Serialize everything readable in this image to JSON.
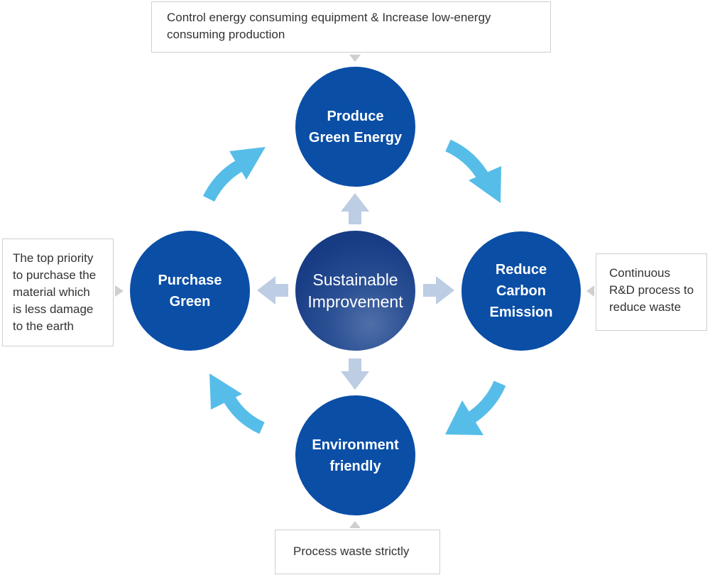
{
  "colors": {
    "node_fill": "#0a4ea6",
    "center_fill": "#1b3f85",
    "cycle_arrow": "#56bde8",
    "center_arrow": "#bccde4",
    "pointer": "#cfcfcf",
    "text_white": "#ffffff",
    "note_text": "#333333"
  },
  "center": {
    "label": "Sustainable\nImprovement"
  },
  "nodes": {
    "top": {
      "label": "Produce\nGreen Energy"
    },
    "right": {
      "label": "Reduce\nCarbon\nEmission"
    },
    "bottom": {
      "label": "Environment\nfriendly"
    },
    "left": {
      "label": "Purchase\nGreen"
    }
  },
  "notes": {
    "top": "Control energy consuming equipment & Increase low-energy\nconsuming production",
    "right": "Continuous\nR&D process to\nreduce waste",
    "bottom": "Process waste strictly",
    "left": "The top priority\nto purchase the\nmaterial which\nis less damage\nto the earth"
  }
}
